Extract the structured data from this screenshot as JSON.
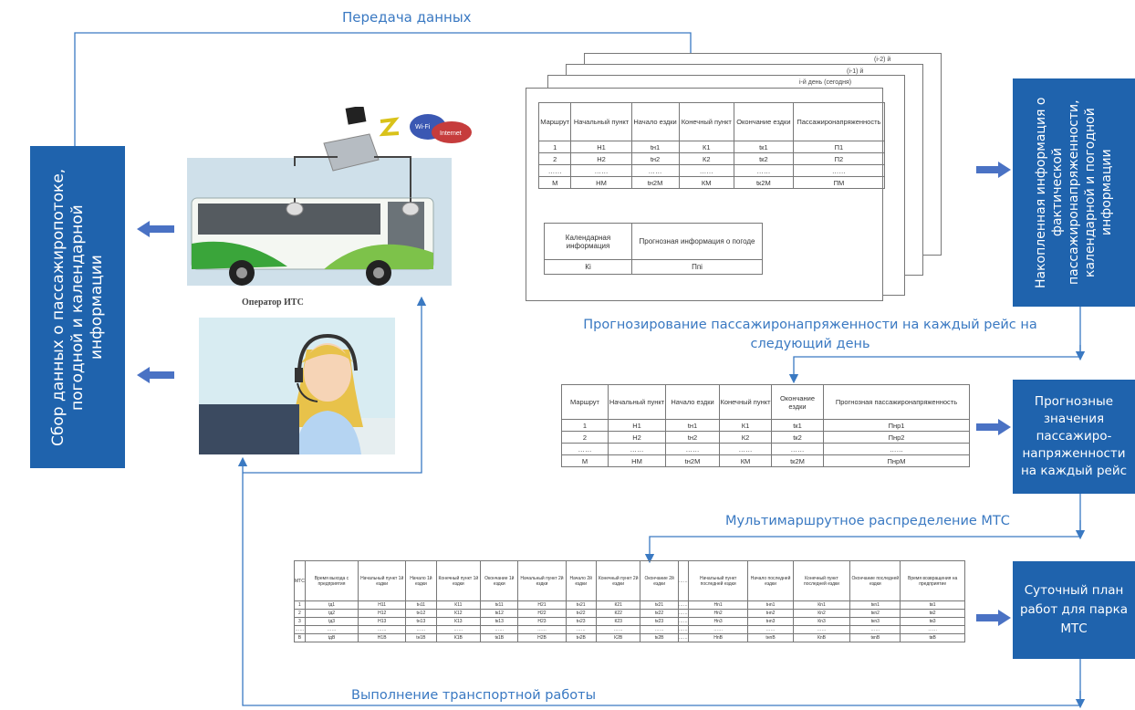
{
  "labels": {
    "data_transfer": "Передача данных",
    "forecasting": "Прогнозирование пассажиронапряженности на каждый рейс на следующий день",
    "distribution": "Мультимаршрутное распределение МТС",
    "execution": "Выполнение транспортной работы"
  },
  "boxes": {
    "collection": "Сбор данных о пассажиропотоке, погодной и календарной информации",
    "accumulated": "Накопленная информация о фактической пассажиронапряженности, календарной и погодной информации",
    "forecast_values": "Прогнозные значения пассажиро-напряженности на каждый рейс",
    "daily_plan": "Суточный план работ для парка МТС"
  },
  "photo": {
    "operator_caption": "Оператор ИТС",
    "cloud_text_1": "Wi-Fi",
    "cloud_text_2": "Internet"
  },
  "sheets": {
    "day_labels": [
      "(i-2) й",
      "(i-1) й",
      "i-й день (сегодня)"
    ]
  },
  "table1": {
    "headers": [
      "Маршрут",
      "Начальный пункт",
      "Начало ездки",
      "Конечный пункт",
      "Окончание ездки",
      "Пассажиронапряженность"
    ],
    "rows": [
      [
        "1",
        "Н1",
        "tн1",
        "К1",
        "tк1",
        "П1"
      ],
      [
        "2",
        "Н2",
        "tн2",
        "К2",
        "tк2",
        "П2"
      ],
      [
        "……",
        "……",
        "……",
        "……",
        "……",
        "……"
      ],
      [
        "М",
        "НМ",
        "tн2М",
        "КМ",
        "tк2М",
        "ПМ"
      ]
    ]
  },
  "table2": {
    "headers": [
      "Календарная информация",
      "Прогнозная информация о погоде"
    ],
    "rows": [
      [
        "Кi",
        "Ппi"
      ]
    ]
  },
  "table3": {
    "headers": [
      "Маршрут",
      "Начальный пункт",
      "Начало ездки",
      "Конечный пункт",
      "Окончание ездки",
      "Прогнозная пассажиронапряженность"
    ],
    "rows": [
      [
        "1",
        "Н1",
        "tн1",
        "К1",
        "tк1",
        "Пнр1"
      ],
      [
        "2",
        "Н2",
        "tн2",
        "К2",
        "tк2",
        "Пнр2"
      ],
      [
        "……",
        "……",
        "……",
        "……",
        "……",
        "……"
      ],
      [
        "М",
        "НМ",
        "tн2М",
        "КМ",
        "tк2М",
        "ПнрМ"
      ]
    ]
  },
  "table4": {
    "headers": [
      "МТС",
      "Время выхода с предприятия",
      "Начальный пункт 1й ездки",
      "Начало 1й ездки",
      "Конечный пункт 1й ездки",
      "Окончание 1й ездки",
      "Начальный пункт 2й ездки",
      "Начало 2й ездки",
      "Конечный пункт 2й ездки",
      "Окончание 2й ездки",
      "……",
      "Начальный пункт последней ездки",
      "Начало последней ездки",
      "Конечный пункт последней ездки",
      "Окончание последней ездки",
      "Время возвращения на предприятие"
    ],
    "rows": [
      [
        "1",
        "tд1",
        "Н11",
        "tн11",
        "К11",
        "tк11",
        "Н21",
        "tн21",
        "К21",
        "tк21",
        "……",
        "Нn1",
        "tнn1",
        "Кn1",
        "tкn1",
        "tв1"
      ],
      [
        "2",
        "tд2",
        "Н12",
        "tн12",
        "К12",
        "tк12",
        "Н22",
        "tн22",
        "К22",
        "tк22",
        "……",
        "Нn2",
        "tнn2",
        "Кn2",
        "tкn2",
        "tв2"
      ],
      [
        "3",
        "tд3",
        "Н13",
        "tн13",
        "К13",
        "tк13",
        "Н23",
        "tн23",
        "К23",
        "tк23",
        "……",
        "Нn3",
        "tнn3",
        "Кn3",
        "tкn3",
        "tв3"
      ],
      [
        "……",
        "……",
        "……",
        "……",
        "……",
        "……",
        "……",
        "……",
        "……",
        "……",
        "……",
        "……",
        "……",
        "……",
        "……",
        "……"
      ],
      [
        "В",
        "tдВ",
        "Н1В",
        "tн1В",
        "К1В",
        "tк1В",
        "Н2В",
        "tн2В",
        "К2В",
        "tк2В",
        "……",
        "НnВ",
        "tнnВ",
        "КnВ",
        "tкnВ",
        "tвВ"
      ]
    ]
  },
  "colors": {
    "box_blue": "#1f63ad",
    "line_blue": "#3a79c2",
    "arrow_blue": "#4a72c4"
  }
}
